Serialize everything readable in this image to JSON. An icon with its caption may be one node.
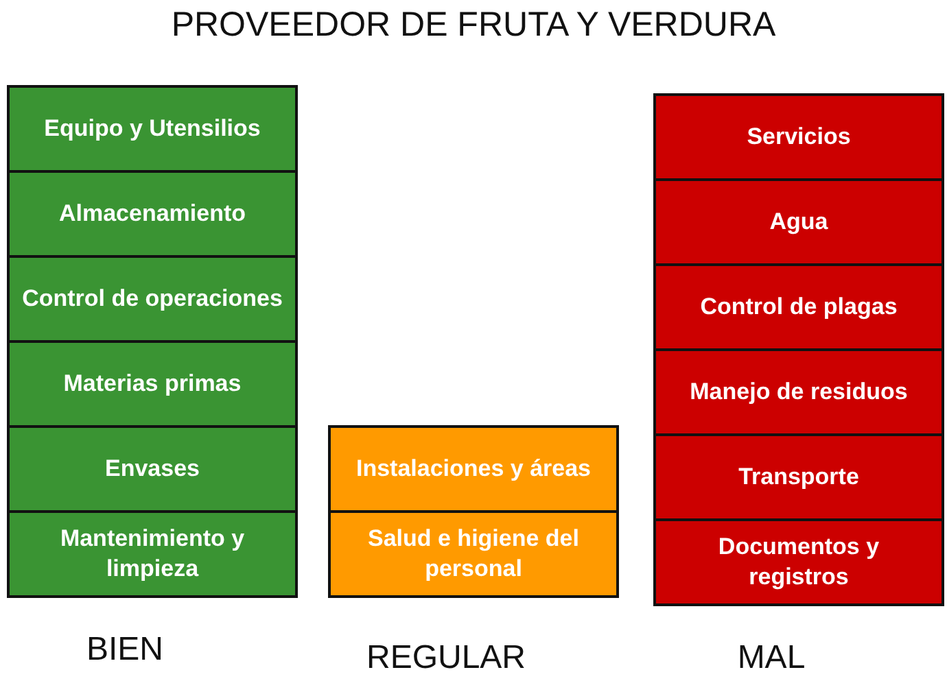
{
  "diagram": {
    "title": "PROVEEDOR DE FRUTA Y VERDURA",
    "nodes": [
      {
        "text": [
          "Equipo y Utensilios"
        ]
      },
      {
        "text": [
          "Almacenamiento"
        ]
      },
      {
        "text": [
          "Control de operaciones"
        ]
      },
      {
        "text": [
          "Materias primas"
        ]
      },
      {
        "text": [
          "Envases"
        ]
      },
      {
        "text": [
          "Mantenimiento y limpieza"
        ]
      },
      {
        "text": [
          "Instalaciones y áreas"
        ]
      },
      {
        "text": [
          "Salud e higiene del personal"
        ]
      },
      {
        "text": [
          "Servicios"
        ]
      },
      {
        "text": [
          "Agua"
        ]
      },
      {
        "text": [
          "Control de plagas"
        ]
      },
      {
        "text": [
          "Manejo de residuos"
        ]
      },
      {
        "text": [
          "Transporte"
        ]
      },
      {
        "text": [
          "Documentos y registros"
        ]
      }
    ],
    "edges": [],
    "labels": [
      "BIEN",
      "REGULAR",
      "MAL"
    ]
  }
}
